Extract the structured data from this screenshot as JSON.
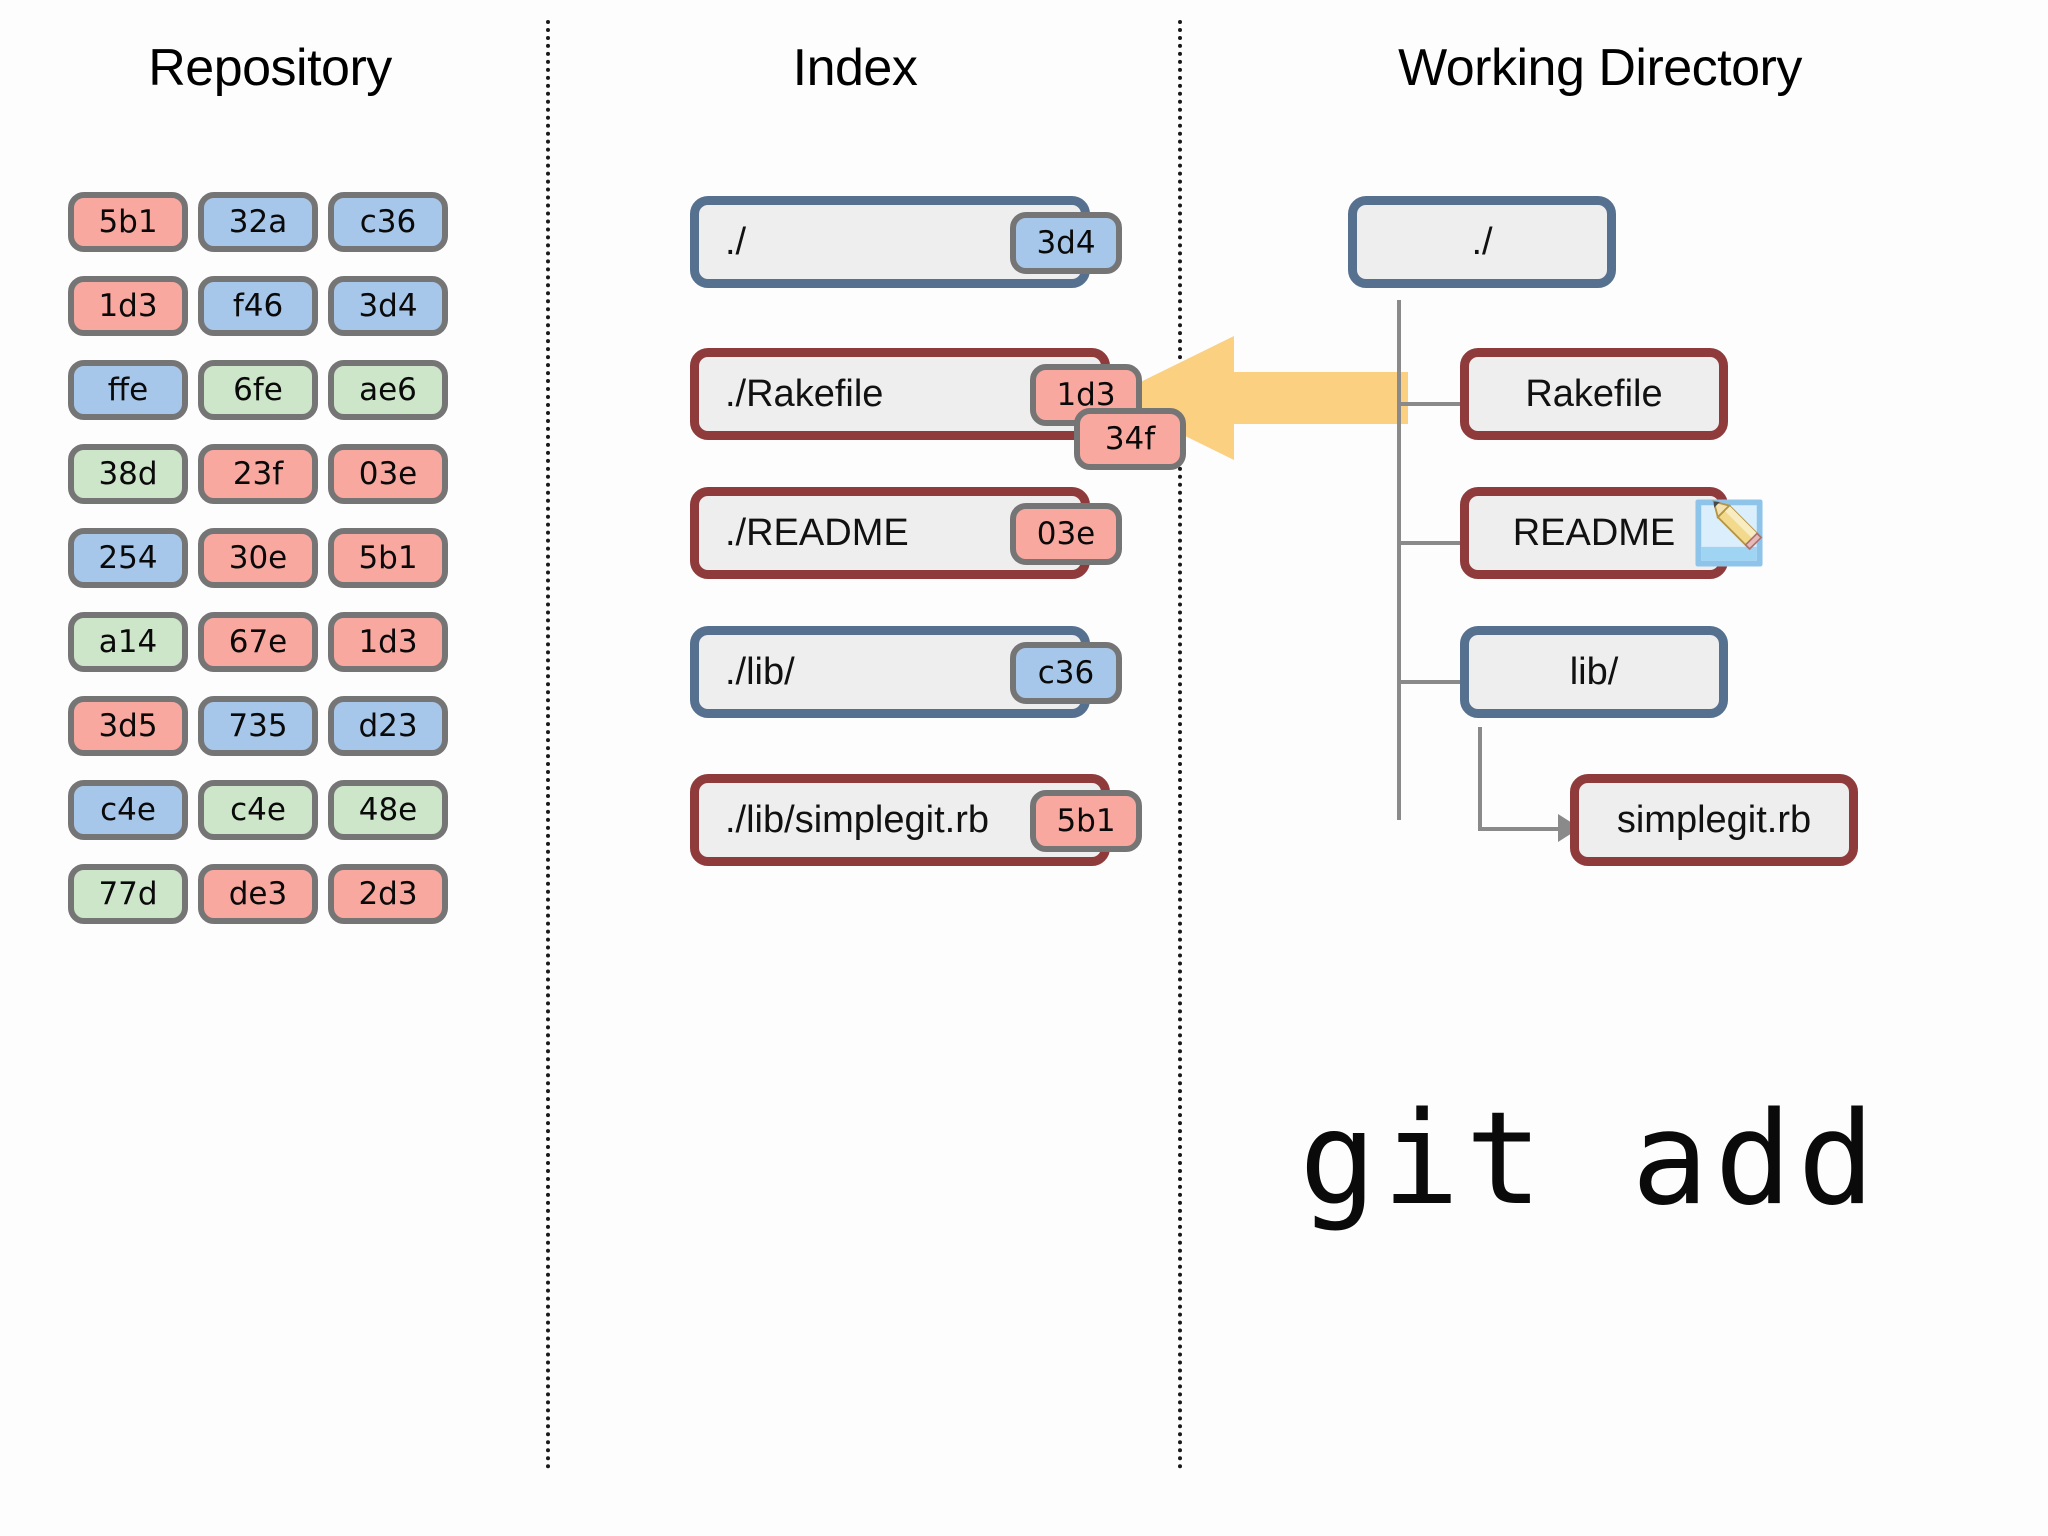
{
  "columns": {
    "repository": "Repository",
    "index": "Index",
    "working_directory": "Working Directory"
  },
  "command": "git add",
  "colors": {
    "red_blob": "#f9a8a0",
    "blue_blob": "#a7c7ea",
    "green_blob": "#cde5c9",
    "blob_border": "#757575",
    "blue_border": "#56718f",
    "red_border": "#8f3b3b",
    "box_fill": "#eeeeee",
    "arrow_yellow": "#fbd081",
    "connector_gray": "#8a8a8a",
    "background": "#fdfdfd"
  },
  "repository": {
    "objects": [
      {
        "hash": "5b1",
        "color": "red"
      },
      {
        "hash": "32a",
        "color": "blue"
      },
      {
        "hash": "c36",
        "color": "blue"
      },
      {
        "hash": "1d3",
        "color": "red"
      },
      {
        "hash": "f46",
        "color": "blue"
      },
      {
        "hash": "3d4",
        "color": "blue"
      },
      {
        "hash": "ffe",
        "color": "blue"
      },
      {
        "hash": "6fe",
        "color": "green"
      },
      {
        "hash": "ae6",
        "color": "green"
      },
      {
        "hash": "38d",
        "color": "green"
      },
      {
        "hash": "23f",
        "color": "red"
      },
      {
        "hash": "03e",
        "color": "red"
      },
      {
        "hash": "254",
        "color": "blue"
      },
      {
        "hash": "30e",
        "color": "red"
      },
      {
        "hash": "5b1",
        "color": "red"
      },
      {
        "hash": "a14",
        "color": "green"
      },
      {
        "hash": "67e",
        "color": "red"
      },
      {
        "hash": "1d3",
        "color": "red"
      },
      {
        "hash": "3d5",
        "color": "red"
      },
      {
        "hash": "735",
        "color": "blue"
      },
      {
        "hash": "d23",
        "color": "blue"
      },
      {
        "hash": "c4e",
        "color": "blue"
      },
      {
        "hash": "c4e",
        "color": "green"
      },
      {
        "hash": "48e",
        "color": "green"
      },
      {
        "hash": "77d",
        "color": "green"
      },
      {
        "hash": "de3",
        "color": "red"
      },
      {
        "hash": "2d3",
        "color": "red"
      }
    ]
  },
  "index": {
    "entries": [
      {
        "path": "./",
        "border": "blue",
        "badges": [
          {
            "hash": "3d4",
            "color": "blue"
          }
        ]
      },
      {
        "path": "./Rakefile",
        "border": "red",
        "badges": [
          {
            "hash": "1d3",
            "color": "red"
          },
          {
            "hash": "34f",
            "color": "red"
          }
        ]
      },
      {
        "path": "./README",
        "border": "red",
        "badges": [
          {
            "hash": "03e",
            "color": "red"
          }
        ]
      },
      {
        "path": "./lib/",
        "border": "blue",
        "badges": [
          {
            "hash": "c36",
            "color": "blue"
          }
        ]
      },
      {
        "path": "./lib/simplegit.rb",
        "border": "red",
        "badges": [
          {
            "hash": "5b1",
            "color": "red"
          }
        ]
      }
    ]
  },
  "working_directory": {
    "nodes": [
      {
        "label": "./",
        "border": "blue",
        "icon": null
      },
      {
        "label": "Rakefile",
        "border": "red",
        "icon": null
      },
      {
        "label": "README",
        "border": "red",
        "icon": "edit-document-icon"
      },
      {
        "label": "lib/",
        "border": "blue",
        "icon": null
      },
      {
        "label": "simplegit.rb",
        "border": "red",
        "icon": null
      }
    ]
  }
}
